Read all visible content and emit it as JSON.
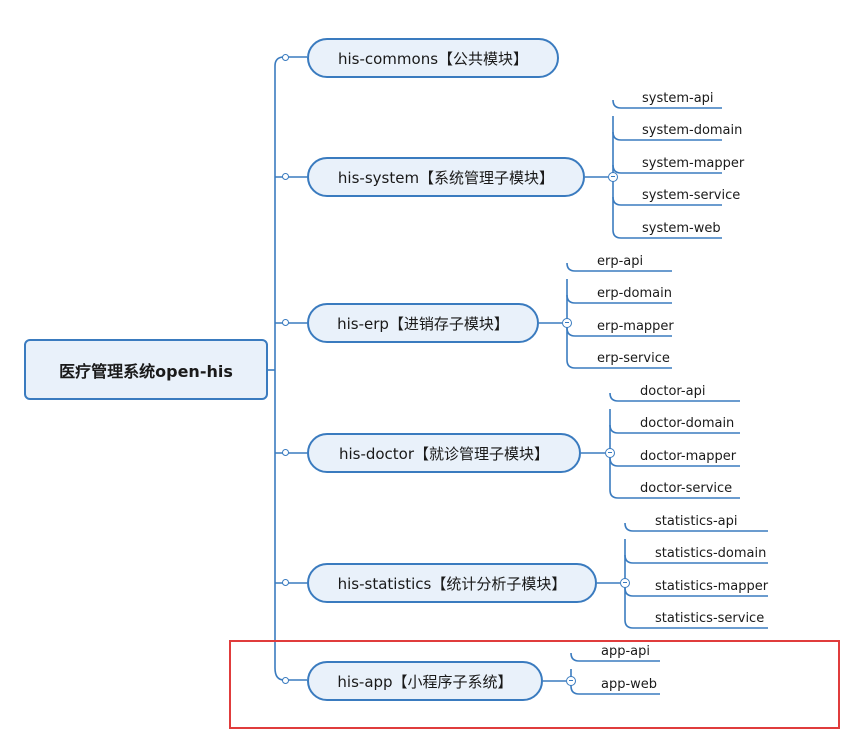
{
  "root": {
    "label": "医疗管理系统open-his"
  },
  "modules": [
    {
      "label": "his-commons【公共模块】",
      "children": []
    },
    {
      "label": "his-system【系统管理子模块】",
      "children": [
        "system-api",
        "system-domain",
        "system-mapper",
        "system-service",
        "system-web"
      ]
    },
    {
      "label": "his-erp【进销存子模块】",
      "children": [
        "erp-api",
        "erp-domain",
        "erp-mapper",
        "erp-service"
      ]
    },
    {
      "label": "his-doctor【就诊管理子模块】",
      "children": [
        "doctor-api",
        "doctor-domain",
        "doctor-mapper",
        "doctor-service"
      ]
    },
    {
      "label": "his-statistics【统计分析子模块】",
      "children": [
        "statistics-api",
        "statistics-domain",
        "statistics-mapper",
        "statistics-service"
      ]
    },
    {
      "label": "his-app【小程序子系统】",
      "children": [
        "app-api",
        "app-web"
      ]
    }
  ],
  "highlight_module": "his-app【小程序子系统】",
  "colors": {
    "line": "#3a7bbf",
    "node_fill": "#e9f1fa",
    "highlight": "#e03c3c"
  }
}
